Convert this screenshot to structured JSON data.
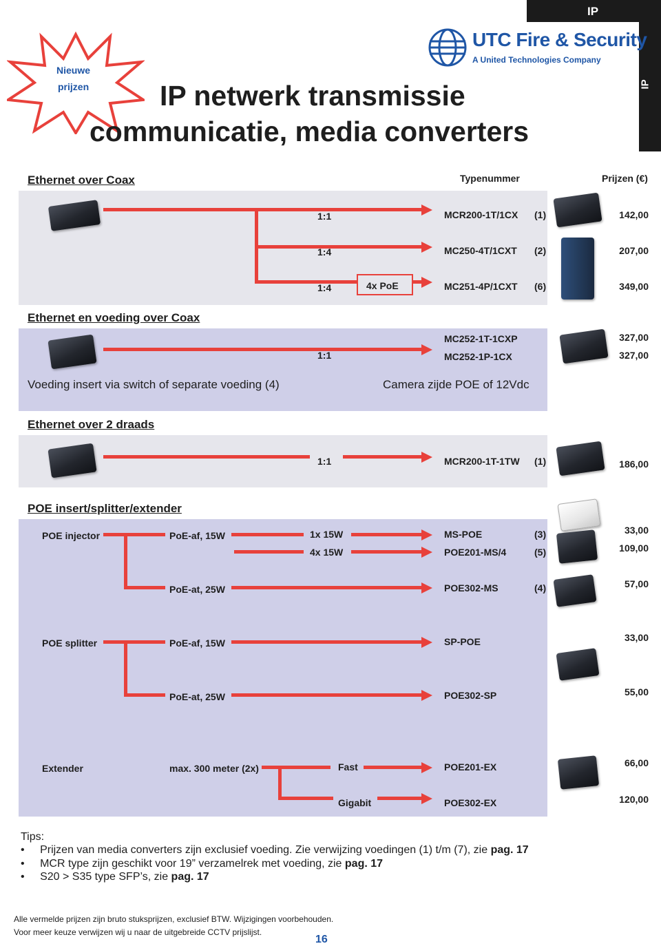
{
  "header": {
    "tab_label": "IP",
    "side_tab_label": "IP",
    "badge_line1": "Nieuwe",
    "badge_line2": "prijzen",
    "title_line1": "IP netwerk transmissie",
    "title_line2": "communicatie, media converters",
    "brand_name": "UTC Fire & Security",
    "brand_tagline": "A United Technologies Company"
  },
  "columns": {
    "type": "Typenummer",
    "price": "Prijzen (€)"
  },
  "sections": {
    "coax": {
      "title": "Ethernet over Coax",
      "rows": [
        {
          "ratio": "1:1",
          "extra": "",
          "model": "MCR200-1T/1CX",
          "note": "(1)",
          "price": "142,00"
        },
        {
          "ratio": "1:4",
          "extra": "",
          "model": "MC250-4T/1CXT",
          "note": "(2)",
          "price": "207,00"
        },
        {
          "ratio": "1:4",
          "extra": "4x PoE",
          "model": "MC251-4P/1CXT",
          "note": "(6)",
          "price": "349,00"
        }
      ]
    },
    "coax_power": {
      "title": "Ethernet en voeding over Coax",
      "ratio": "1:1",
      "models": [
        "MC252-1T-1CXP",
        "MC252-1P-1CX"
      ],
      "prices": [
        "327,00",
        "327,00"
      ],
      "left_note": "Voeding insert via switch of separate voeding (4)",
      "right_note": "Camera zijde POE of 12Vdc"
    },
    "two_wire": {
      "title": "Ethernet over 2 draads",
      "ratio": "1:1",
      "model": "MCR200-1T-1TW",
      "note": "(1)",
      "price": "186,00"
    },
    "poe": {
      "title": "POE insert/splitter/extender",
      "injector": {
        "label": "POE injector",
        "af": "PoE-af, 15W",
        "at": "PoE-at, 25W",
        "ports": [
          "1x 15W",
          "4x 15W"
        ],
        "models": [
          "MS-POE",
          "POE201-MS/4",
          "POE302-MS"
        ],
        "notes": [
          "(3)",
          "(5)",
          "(4)"
        ],
        "prices": [
          "33,00",
          "109,00",
          "57,00"
        ]
      },
      "splitter": {
        "label": "POE splitter",
        "af": "PoE-af, 15W",
        "at": "PoE-at, 25W",
        "models": [
          "SP-POE",
          "POE302-SP"
        ],
        "prices": [
          "33,00",
          "55,00"
        ]
      },
      "extender": {
        "label": "Extender",
        "range": "max. 300 meter (2x)",
        "speeds": [
          "Fast",
          "Gigabit"
        ],
        "models": [
          "POE201-EX",
          "POE302-EX"
        ],
        "prices": [
          "66,00",
          "120,00"
        ]
      }
    }
  },
  "tips": {
    "heading": "Tips:",
    "item1_text": "Prijzen van media converters zijn exclusief voeding.  Zie verwijzing voedingen  (1) t/m (7), zie ",
    "item1_ref": "pag. 17",
    "item2_text": "MCR type zijn geschikt voor 19” verzamelrek met voeding, zie ",
    "item2_ref": "pag. 17",
    "item3_text": "S20 > S35 type SFP’s, zie ",
    "item3_ref": "pag. 17"
  },
  "footer": {
    "line1": "Alle vermelde prijzen zijn bruto stuksprijzen, exclusief BTW. Wijzigingen voorbehouden.",
    "line2": "Voor meer keuze verwijzen wij u naar de uitgebreide CCTV prijslijst.",
    "page_number": "16"
  },
  "colors": {
    "accent_red": "#e8413b",
    "panel_lavender": "#cfcfe8",
    "panel_grey": "#e6e6ec",
    "brand_blue": "#1f56a6",
    "tab_black": "#1b1b1b"
  }
}
